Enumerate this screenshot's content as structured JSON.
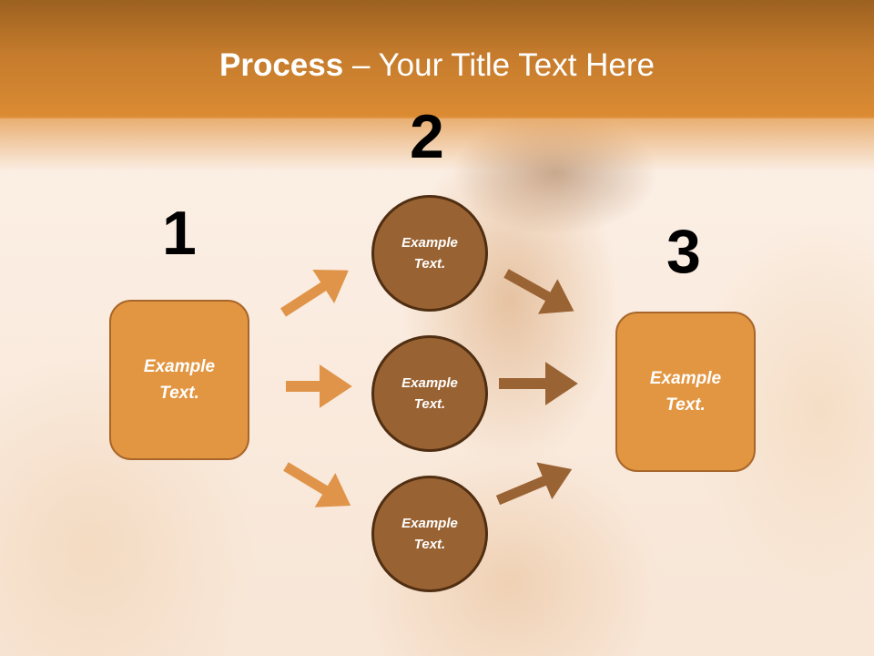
{
  "slide": {
    "title_bold": "Process",
    "title_rest": " – Your Title Text Here"
  },
  "steps": [
    {
      "number": "1",
      "box_text_line1": "Example",
      "box_text_line2": "Text."
    },
    {
      "number": "2"
    },
    {
      "number": "3",
      "box_text_line1": "Example",
      "box_text_line2": "Text."
    }
  ],
  "circles": [
    {
      "line1": "Example",
      "line2": "Text."
    },
    {
      "line1": "Example",
      "line2": "Text."
    },
    {
      "line1": "Example",
      "line2": "Text."
    }
  ],
  "colors": {
    "header_top": "#9c6120",
    "header_bottom": "#dc8c33",
    "box_fill": "#e29641",
    "box_border": "#a8662a",
    "circle_fill": "#996232",
    "circle_border": "#4f2e12",
    "arrow_light": "#e0944a",
    "arrow_dark": "#9a6334"
  }
}
